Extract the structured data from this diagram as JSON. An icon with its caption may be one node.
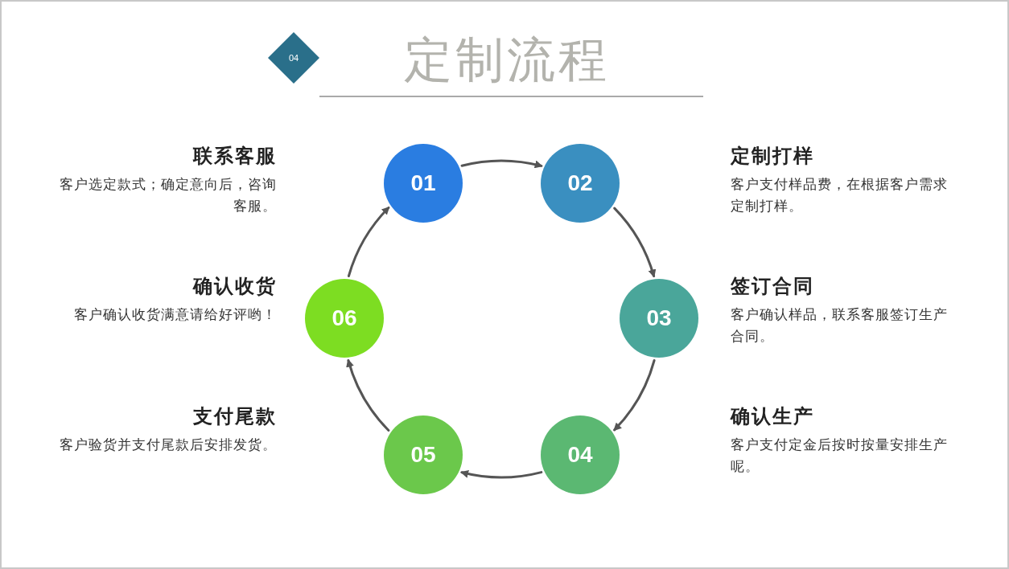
{
  "diagram": {
    "title": "定制流程",
    "nodes": [
      {
        "text": [
          "04"
        ]
      },
      {
        "text": [
          "01"
        ],
        "beside": [
          "联系客服",
          "客户选定款式；确定意向后，咨询客服。"
        ]
      },
      {
        "text": [
          "02"
        ],
        "beside": [
          "定制打样",
          "客户支付样品费，在根据客户需求定制打样。"
        ]
      },
      {
        "text": [
          "03"
        ],
        "beside": [
          "签订合同",
          "客户确认样品，联系客服签订生产合同。"
        ]
      },
      {
        "text": [
          "04"
        ],
        "beside": [
          "确认生产",
          "客户支付定金后按时按量安排生产呢。"
        ]
      },
      {
        "text": [
          "05"
        ],
        "beside": [
          "支付尾款",
          "客户验货并支付尾款后安排发货。"
        ]
      },
      {
        "text": [
          "06"
        ],
        "beside": [
          "确认收货",
          "客户确认收货满意请给好评哟！"
        ]
      }
    ],
    "edges": [
      {
        "from": 1,
        "to": 2,
        "arrow": "to"
      },
      {
        "from": 2,
        "to": 3,
        "arrow": "to"
      },
      {
        "from": 3,
        "to": 4,
        "arrow": "to"
      },
      {
        "from": 4,
        "to": 5,
        "arrow": "to"
      },
      {
        "from": 5,
        "to": 6,
        "arrow": "to"
      },
      {
        "from": 6,
        "to": 1,
        "arrow": "to"
      }
    ]
  }
}
